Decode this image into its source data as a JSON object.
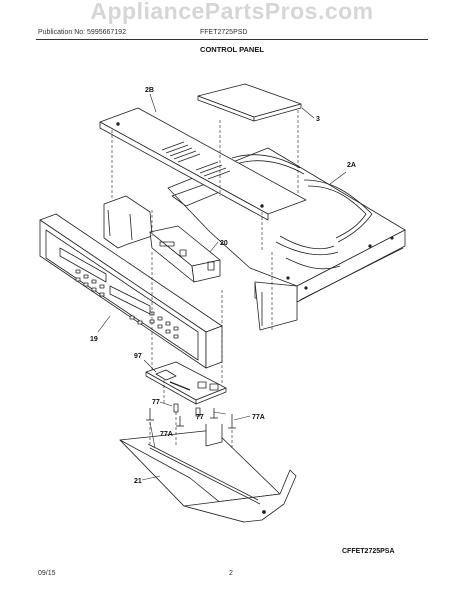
{
  "watermark": "AppliancePartsPros.com",
  "header": {
    "publication": "Publication No: 5995667192",
    "model": "FFET2725PSD"
  },
  "title": "CONTROL PANEL",
  "callouts": {
    "c2b": "2B",
    "c3": "3",
    "c2a": "2A",
    "c20": "20",
    "c19": "19",
    "c97": "97",
    "c77a": "77",
    "c77b": "77",
    "c77aa": "77A",
    "c77ab": "77A",
    "c21": "21"
  },
  "diagram_code": "CFFET2725PSA",
  "footer": {
    "date": "09/15",
    "page": "2"
  }
}
